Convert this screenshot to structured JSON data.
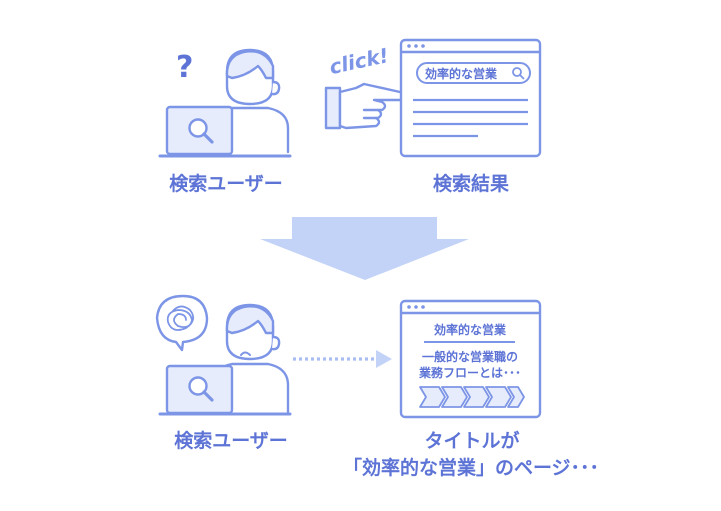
{
  "top": {
    "user_label": "検索ユーザー",
    "question_mark": "?",
    "click_text": "click!",
    "results_label": "検索結果",
    "search_query": "効率的な営業"
  },
  "bottom": {
    "user_label": "検索ユーザー",
    "page_title": "効率的な営業",
    "page_body_line1": "一般的な営業職の",
    "page_body_line2": "業務フローとは･･･",
    "caption_line1": "タイトルが",
    "caption_line2": "「効率的な営業」のページ･･･"
  },
  "colors": {
    "stroke": "#7d95e6",
    "fill_light": "#e6ecfc",
    "text": "#5d74d6",
    "arrow": "#c3d3f7",
    "dotted": "#a9bdf3"
  }
}
